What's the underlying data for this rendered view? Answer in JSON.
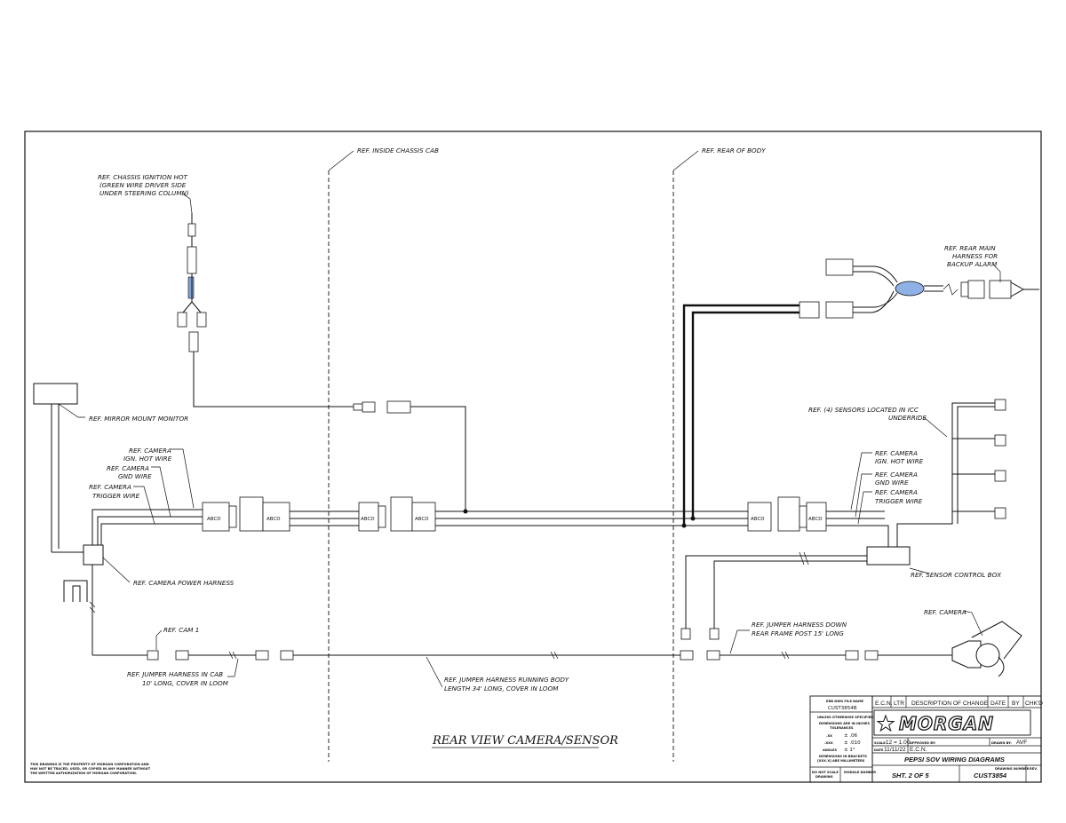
{
  "refs": {
    "inside_cab": "REF. INSIDE CHASSIS CAB",
    "rear_body": "REF. REAR OF BODY",
    "ignition_1": "REF. CHASSIS IGNITION HOT",
    "ignition_2": "(GREEN WIRE DRIVER SIDE",
    "ignition_3": "UNDER STEERING COLUMN)",
    "rear_main_1": "REF. REAR MAIN",
    "rear_main_2": "HARNESS FOR",
    "rear_main_3": "BACKUP ALARM",
    "mirror_monitor": "REF. MIRROR MOUNT MONITOR",
    "sensors_1": "REF. (4) SENSORS LOCATED IN ICC",
    "sensors_2": "UNDERRIDE",
    "cam_ign_l1": "REF. CAMERA",
    "cam_ign_l2": "IGN. HOT WIRE",
    "cam_gnd_l1": "REF. CAMERA",
    "cam_gnd_l2": "GND WIRE",
    "cam_trig_l1": "REF. CAMERA",
    "cam_trig_l2": "TRIGGER WIRE",
    "cam_ign_r1": "REF. CAMERA",
    "cam_ign_r2": "IGN. HOT WIRE",
    "cam_gnd_r1": "REF. CAMERA",
    "cam_gnd_r2": "GND WIRE",
    "cam_trig_r1": "REF. CAMERA",
    "cam_trig_r2": "TRIGGER WIRE",
    "power_harness": "REF. CAMERA POWER HARNESS",
    "sensor_box": "REF. SENSOR CONTROL BOX",
    "camera": "REF. CAMERA",
    "cam1": "REF. CAM 1",
    "jumper_down_1": "REF. JUMPER HARNESS DOWN",
    "jumper_down_2": "REAR FRAME POST 15' LONG",
    "jumper_cab_1": "REF. JUMPER HARNESS IN CAB",
    "jumper_cab_2": "10' LONG, COVER IN LOOM",
    "jumper_body_1": "REF. JUMPER HARNESS RUNNING BODY",
    "jumper_body_2": "LENGTH 34' LONG, COVER IN LOOM"
  },
  "connector_pins": "ABCD",
  "diagram_title": "REAR VIEW CAMERA/SENSOR",
  "disclaimer": [
    "THIS DRAWING IS THE PROPERTY OF MORGAN CORPORATION AND",
    "MAY NOT BE TRACED, USED, OR COPIED IN ANY MANNER WITHOUT",
    "THE WRITTEN AUTHORIZATION OF MORGAN CORPORATION."
  ],
  "title_block": {
    "file_name_label": "ERB DWG FILE NAME",
    "file_name": "CUST3854B",
    "spec_label": "UNLESS OTHERWISE SPECIFIED",
    "dims_label_1": "DIMENSIONS ARE IN INCHES",
    "dims_label_2": "TOLERANCES",
    "tol_xx": ".XX",
    "tol_xx_val": "± .06",
    "tol_xxx": ".XXX",
    "tol_xxx_val": "± .010",
    "tol_ang": "ANGLES",
    "tol_ang_val": "± 1°",
    "brackets_1": "DIMENSIONS IN BRACKETS",
    "brackets_2": "[XXX.X] ARE MILLIMETERS",
    "do_not_scale_1": "DO NOT SCALE",
    "do_not_scale_2": "DRAWING",
    "module_label": "MODULE NUMBER",
    "ecn_head": "E.C.N.",
    "ltr_head": "LTR",
    "desc_head": "DESCRIPTION OF CHANGE",
    "date_head": "DATE",
    "by_head": "BY",
    "chkd_head": "CHK'D",
    "brand": "MORGAN",
    "scale_label": "SCALE",
    "scale": ".12 = 1.00",
    "approved_label": "APPROVED BY:",
    "drawn_label": "DRAWN BY:",
    "drawn_by": "AVF",
    "date_label": "DATE",
    "date": "11/11/22",
    "ecn_label": "E.C.N.",
    "dwg_title": "PEPSI SOV WIRING DIAGRAMS",
    "sheet": "SHT. 2 OF 5",
    "dwg_number_label": "DRAWING NUMBER",
    "dwg_number": "CUST3854",
    "rev_label": "REV."
  }
}
